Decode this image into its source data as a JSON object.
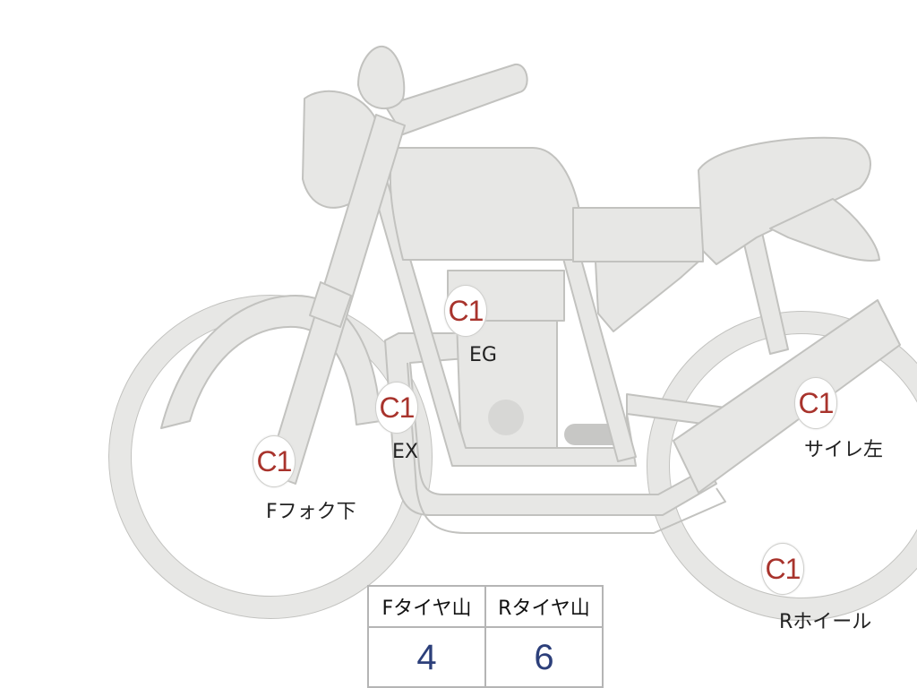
{
  "colors": {
    "body_fill": "#e7e7e5",
    "body_stroke": "#c2c2bf",
    "marker_text": "#a8332c",
    "value_text": "#2c3f7a",
    "table_border": "#b5b5b5"
  },
  "markers": [
    {
      "code": "C1",
      "label": "EG"
    },
    {
      "code": "C1",
      "label": "EX"
    },
    {
      "code": "C1",
      "label": "Fフォク下"
    },
    {
      "code": "C1",
      "label": "サイレ左"
    },
    {
      "code": "C1",
      "label": "Rホイール"
    }
  ],
  "tire_table": {
    "headers": [
      "Fタイヤ山",
      "Rタイヤ山"
    ],
    "values": [
      "4",
      "6"
    ]
  }
}
